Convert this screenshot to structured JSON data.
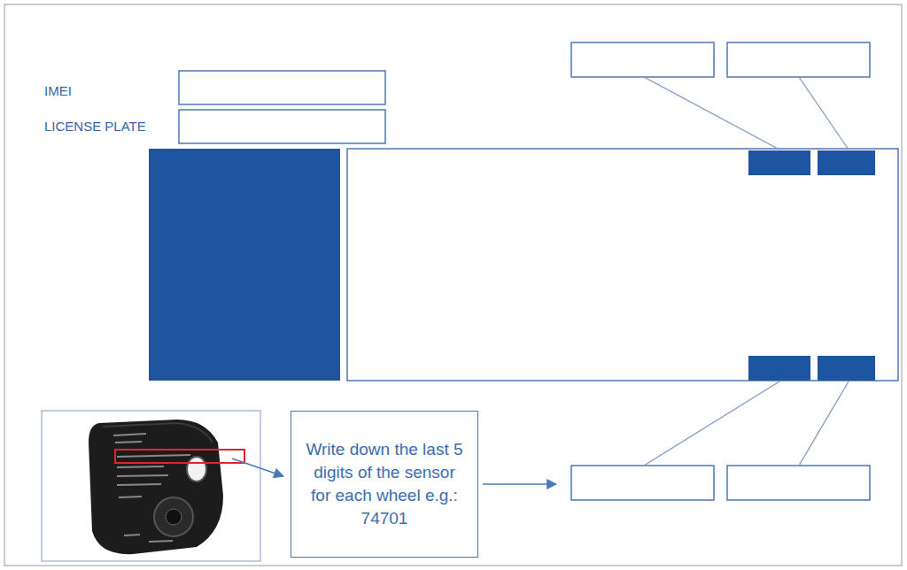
{
  "diagram": {
    "nodes": [
      {
        "text": [
          "Write down the last 5 digits of the sensor for each wheel e.g.: 74701"
        ]
      }
    ],
    "labels": [
      "IMEI",
      "LICENSE PLATE"
    ]
  }
}
